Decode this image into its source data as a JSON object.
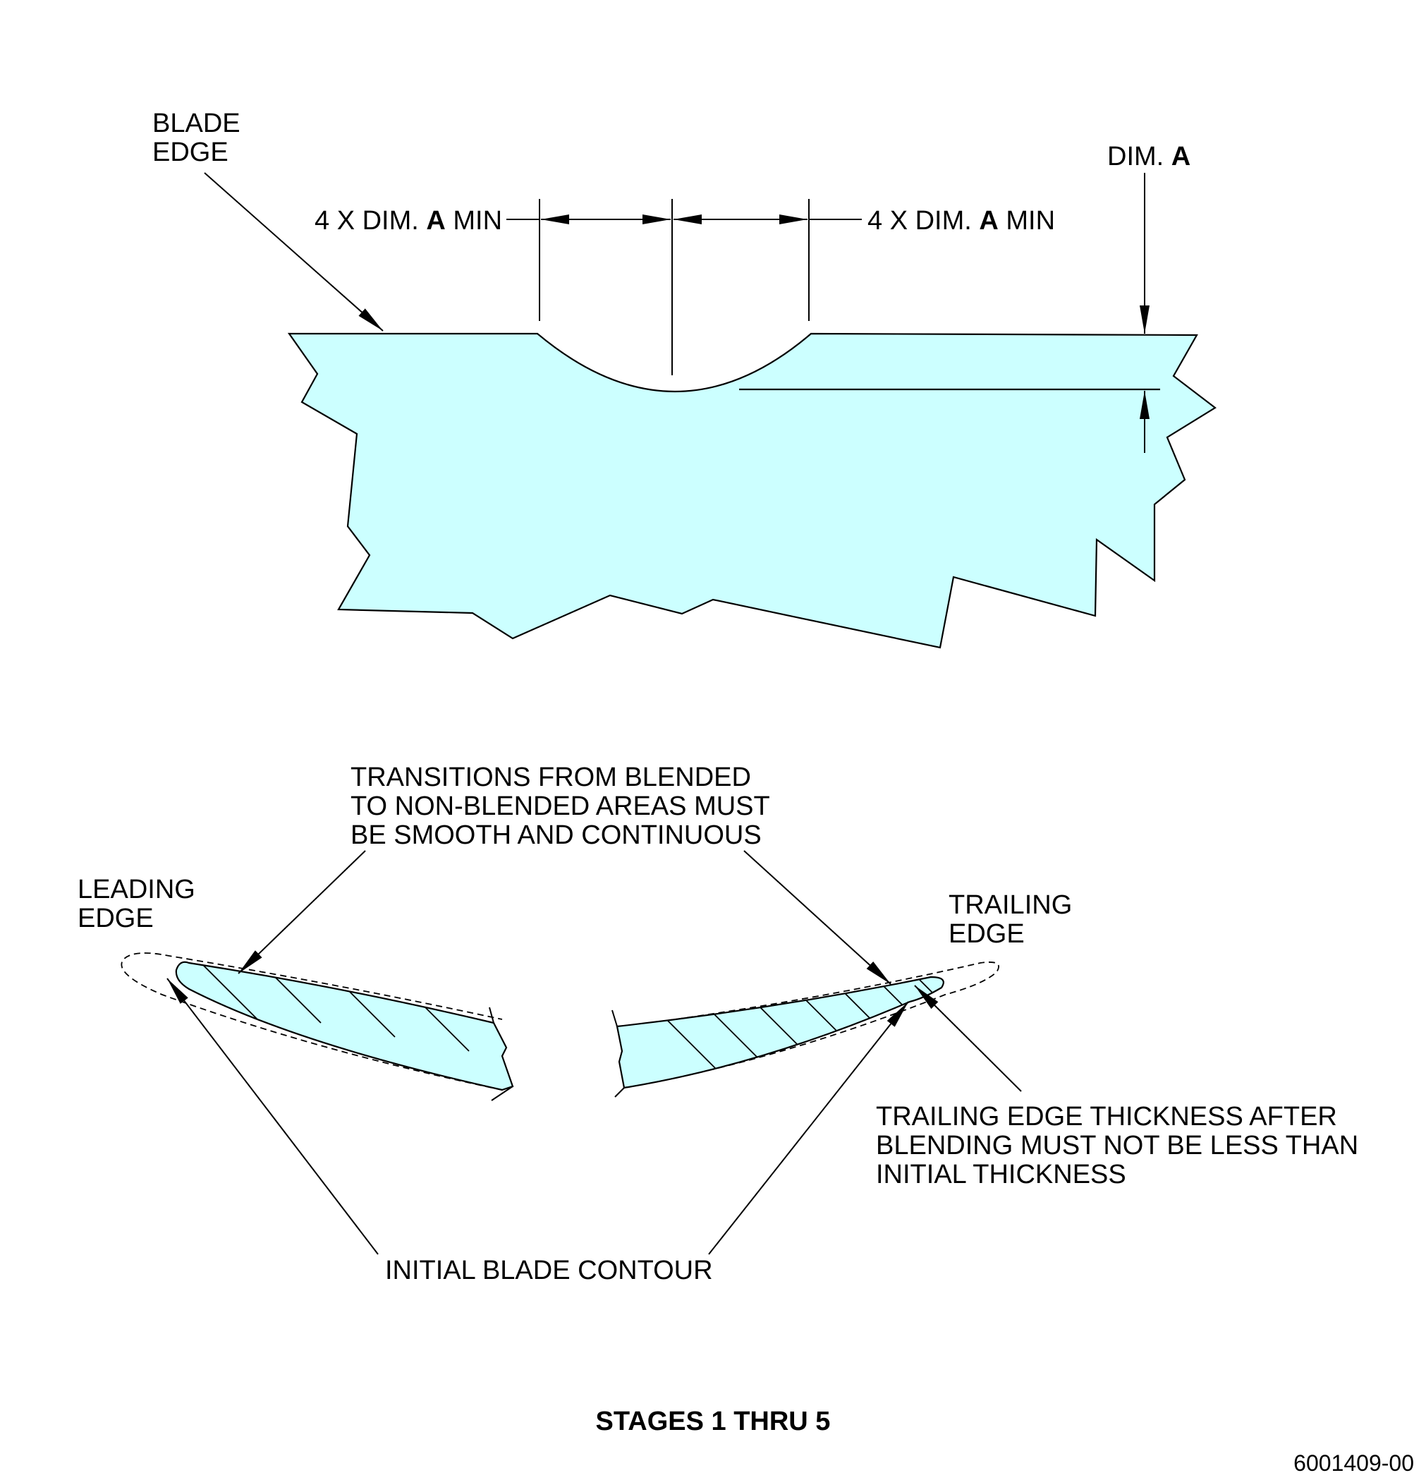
{
  "colors": {
    "blade_fill": "#ccffff",
    "line": "#000000",
    "background": "#ffffff"
  },
  "top_view": {
    "blade_edge_label": [
      "BLADE",
      "EDGE"
    ],
    "dim_left_label": {
      "prefix": "4 X DIM. ",
      "bold": "A",
      "suffix": " MIN"
    },
    "dim_right_label": {
      "prefix": "4 X DIM. ",
      "bold": "A",
      "suffix": " MIN"
    },
    "dim_a_label": {
      "prefix": "DIM. ",
      "bold": "A"
    }
  },
  "section_view": {
    "transitions_note": [
      "TRANSITIONS FROM BLENDED",
      "TO NON-BLENDED AREAS MUST",
      "BE SMOOTH AND CONTINUOUS"
    ],
    "leading_edge_label": [
      "LEADING",
      "EDGE"
    ],
    "trailing_edge_label": [
      "TRAILING",
      "EDGE"
    ],
    "trailing_thickness_note": [
      "TRAILING EDGE THICKNESS AFTER",
      "BLENDING MUST NOT BE LESS THAN",
      "INITIAL THICKNESS"
    ],
    "initial_contour_label": "INITIAL BLADE CONTOUR"
  },
  "footer": {
    "stages_label": "STAGES 1 THRU 5",
    "figure_number": "6001409-00"
  }
}
